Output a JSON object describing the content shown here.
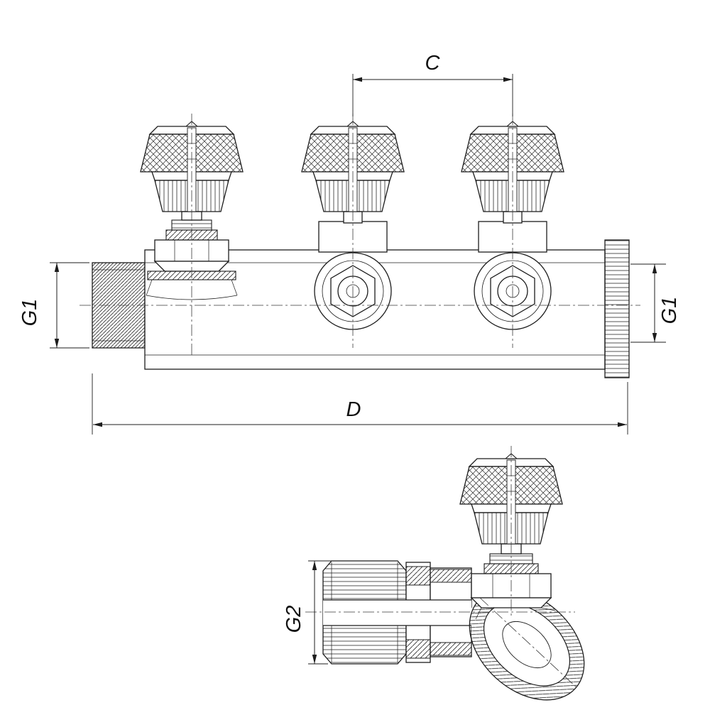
{
  "drawing": {
    "background_color": "#ffffff",
    "line_color": "#1c1c1c",
    "dimensions": {
      "c": "C",
      "g1_left": "G1",
      "g1_right": "G1",
      "d": "D",
      "g2": "G2"
    }
  }
}
